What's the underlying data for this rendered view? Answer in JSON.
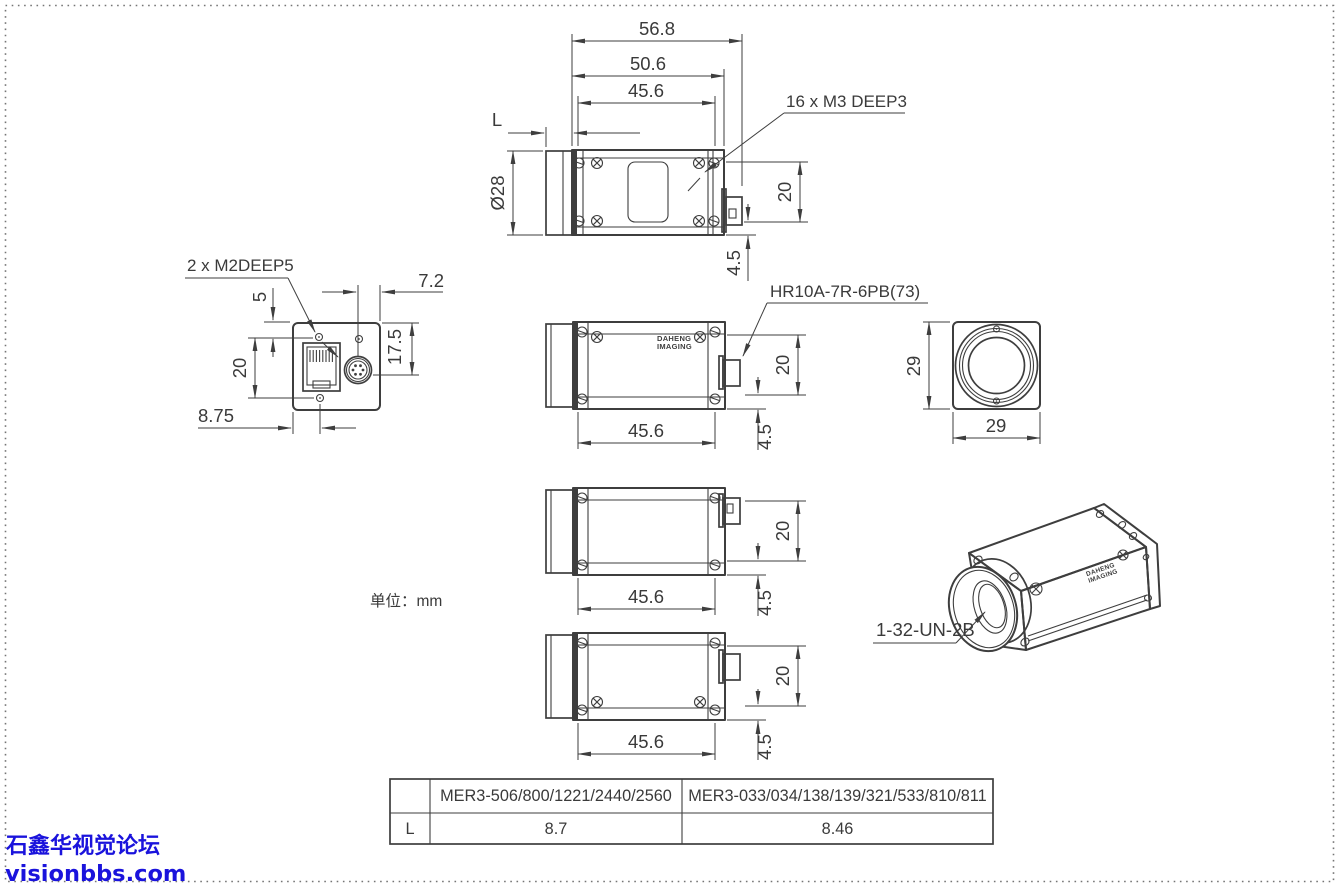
{
  "drawing": {
    "unit_note": "单位：mm",
    "labels": {
      "screw_top": "16 x  M3 DEEP3",
      "screw_rear": "2 x  M2DEEP5",
      "connector": "HR10A-7R-6PB(73)",
      "lens_thread": "1-32-UN-2B"
    },
    "dims": {
      "overall": "56.8",
      "body": "50.6",
      "mount": "45.6",
      "lens_protrusion": "L",
      "lens_diameter": "Ø28",
      "twenty": "20",
      "four_five": "4.5",
      "seven_two": "7.2",
      "five": "5",
      "seventeen_five": "17.5",
      "eight_seven_five": "8.75",
      "twenty_nine": "29"
    },
    "logo": {
      "l1": "DAHENG",
      "l2": "IMAGING"
    }
  },
  "table": {
    "headers": [
      "",
      "MER3-506/800/1221/2440/2560",
      "MER3-033/034/138/139/321/533/810/811"
    ],
    "rows": [
      [
        "L",
        "8.7",
        "8.46"
      ]
    ]
  },
  "watermark": {
    "line1": "石鑫华视觉论坛",
    "line2": "visionbbs.com",
    "color": "#1a13dc"
  },
  "colors": {
    "line": "#3e3e3e",
    "text": "#3a3a3a",
    "background": "#ffffff",
    "border_dots": "#757575"
  }
}
